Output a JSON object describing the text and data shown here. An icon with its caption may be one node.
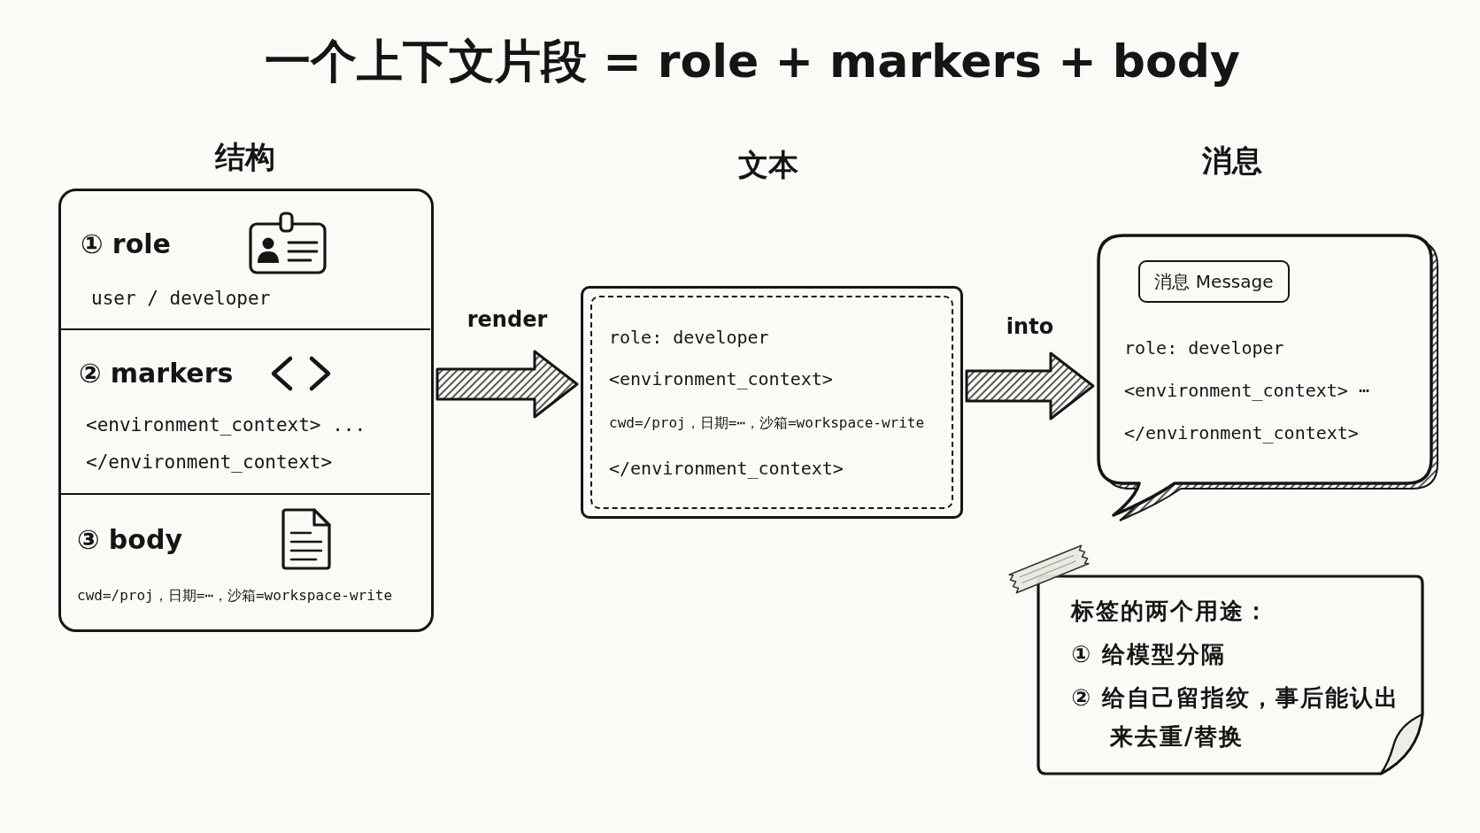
{
  "diagram": {
    "title": "一个上下文片段 = role + markers + body",
    "nodes": [
      {
        "text": [
          "结构"
        ]
      },
      {
        "text": [
          "① role",
          "user / developer"
        ],
        "in": 0
      },
      {
        "text": [
          "② markers",
          "<environment_context> ...",
          "</environment_context>"
        ],
        "in": 0
      },
      {
        "text": [
          "③ body",
          "cwd=/proj，日期=⋯，沙箱=workspace-write"
        ],
        "in": 0
      },
      {
        "text": [
          "文本",
          "role: developer",
          "<environment_context>",
          "cwd=/proj，日期=⋯，沙箱=workspace-write",
          "</environment_context>"
        ]
      },
      {
        "text": [
          "消息",
          "role: developer",
          "<environment_context> ⋯",
          "</environment_context>"
        ]
      },
      {
        "text": [
          "消息 Message"
        ],
        "in": 5
      },
      {
        "text": [
          "标签的两个用途：",
          "① 给模型分隔",
          "② 给自己留指纹，事后能认出来去重/替换"
        ]
      }
    ],
    "edges": [
      {
        "from": 0,
        "to": 4,
        "arrow": "to",
        "label": "render"
      },
      {
        "from": 4,
        "to": 5,
        "arrow": "to",
        "label": "into"
      }
    ]
  }
}
